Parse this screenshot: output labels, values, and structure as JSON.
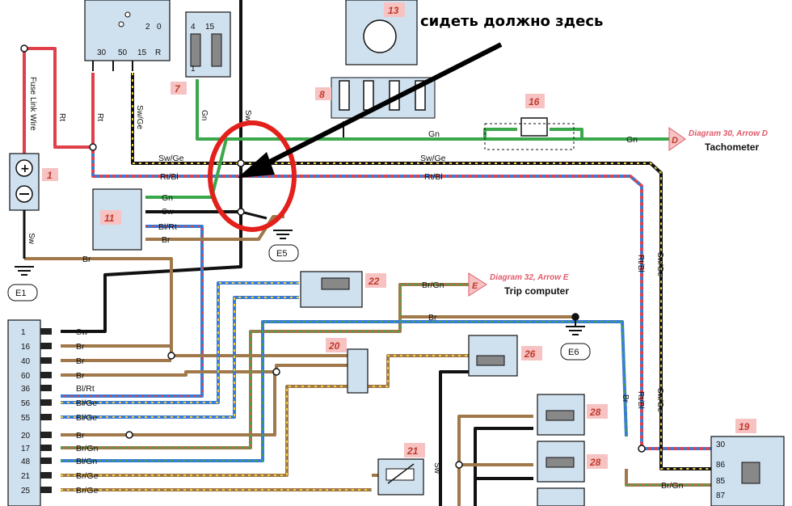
{
  "annotation": {
    "text": "сидеть должно здесь"
  },
  "components": {
    "c1": "1",
    "c7": "7",
    "c8": "8",
    "c11": "11",
    "c13": "13",
    "c16": "16",
    "c19": "19",
    "c20": "20",
    "c21": "21",
    "c22": "22",
    "c26": "26",
    "c28a": "28",
    "c28b": "28"
  },
  "ignition_pins": {
    "p30": "30",
    "p50": "50",
    "p15": "15",
    "pR": "R",
    "p2": "2",
    "p0": "0"
  },
  "comp7_pins": {
    "p4": "4",
    "p15": "15",
    "p1": "1"
  },
  "relay19_pins": {
    "p30": "30",
    "p86": "86",
    "p85": "85",
    "p87": "87"
  },
  "grounds": {
    "e1": "E1",
    "e5": "E5",
    "e6": "E6"
  },
  "references": {
    "tach": {
      "ref": "Diagram 30, Arrow D",
      "letter": "D",
      "label": "Tachometer"
    },
    "trip": {
      "ref": "Diagram 32, Arrow E",
      "letter": "E",
      "label": "Trip computer"
    }
  },
  "wire_labels": {
    "fuse_link": "Fuse Link Wire",
    "rt1": "Rt",
    "rt2": "Rt",
    "swge_v": "Sw/Ge",
    "gn_v": "Gn",
    "sw_v": "Sw",
    "sw_left": "Sw",
    "swge_h": "Sw/Ge",
    "swge_h2": "Sw/Ge",
    "rtbl_h": "Rt/Bl",
    "rtbl_h2": "Rt/Bl",
    "gn_h": "Gn",
    "gn_h2": "Gn",
    "c11_gn": "Gn",
    "c11_sw": "Sw",
    "c11_blrt": "Bl/Rt",
    "c11_br": "Br",
    "br_h": "Br",
    "brgn_h": "Br/Gn",
    "br_h2": "Br",
    "rtbl_v": "Rt/Bl",
    "swge_v2": "Sw/Ge",
    "rtbl_v2": "Rt/Bl",
    "swge_v3": "Sw/Ge",
    "br_v": "Br",
    "sw_v2": "Sw",
    "brgn_19": "Br/Gn"
  },
  "connector": [
    {
      "pin": "1",
      "wire": "Sw"
    },
    {
      "pin": "16",
      "wire": "Br"
    },
    {
      "pin": "40",
      "wire": "Br"
    },
    {
      "pin": "60",
      "wire": "Br"
    },
    {
      "pin": "36",
      "wire": "Bl/Rt"
    },
    {
      "pin": "56",
      "wire": "Bl/Ge"
    },
    {
      "pin": "55",
      "wire": "Bl/Ge"
    },
    {
      "pin": "20",
      "wire": "Br"
    },
    {
      "pin": "17",
      "wire": "Br/Gn"
    },
    {
      "pin": "48",
      "wire": "Bl/Gn"
    },
    {
      "pin": "21",
      "wire": "Br/Ge"
    },
    {
      "pin": "25",
      "wire": "Br/Ge"
    }
  ]
}
